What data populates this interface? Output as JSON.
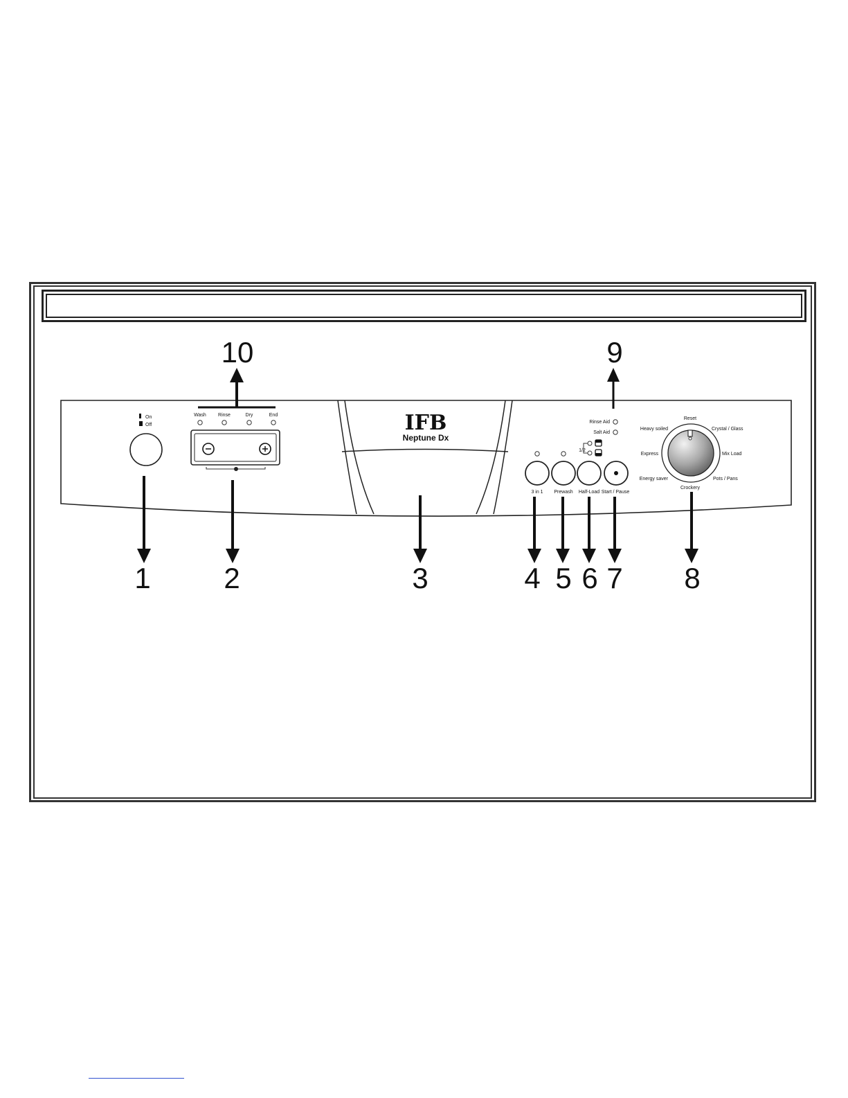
{
  "callouts": [
    {
      "id": "1",
      "label": "1"
    },
    {
      "id": "2",
      "label": "2"
    },
    {
      "id": "3",
      "label": "3"
    },
    {
      "id": "4",
      "label": "4"
    },
    {
      "id": "5",
      "label": "5"
    },
    {
      "id": "6",
      "label": "6"
    },
    {
      "id": "7",
      "label": "7"
    },
    {
      "id": "8",
      "label": "8"
    },
    {
      "id": "9",
      "label": "9"
    },
    {
      "id": "10",
      "label": "10"
    }
  ],
  "power": {
    "on_label": "On",
    "off_label": "Off"
  },
  "progress": {
    "stages": [
      "Wash",
      "Rinse",
      "Dry",
      "End"
    ]
  },
  "brand": {
    "logo": "IFB",
    "model": "Neptune Dx"
  },
  "buttons": {
    "three_in_one": "3 in 1",
    "prewash": "Prewash",
    "half_load": "Half-Load",
    "start_pause": "Start / Pause"
  },
  "half_load_marker": "1/2",
  "indicators": {
    "rinse_aid": "Rinse Aid",
    "salt_aid": "Salt Aid"
  },
  "programs": {
    "reset": "Reset",
    "crystal_glass": "Crystal / Glass",
    "mix_load": "Mix Load",
    "pots_pans": "Pots / Pans",
    "crockery": "Crockery",
    "energy_saver": "Energy saver",
    "express": "Express",
    "heavy_soiled": "Heavy soiled"
  }
}
